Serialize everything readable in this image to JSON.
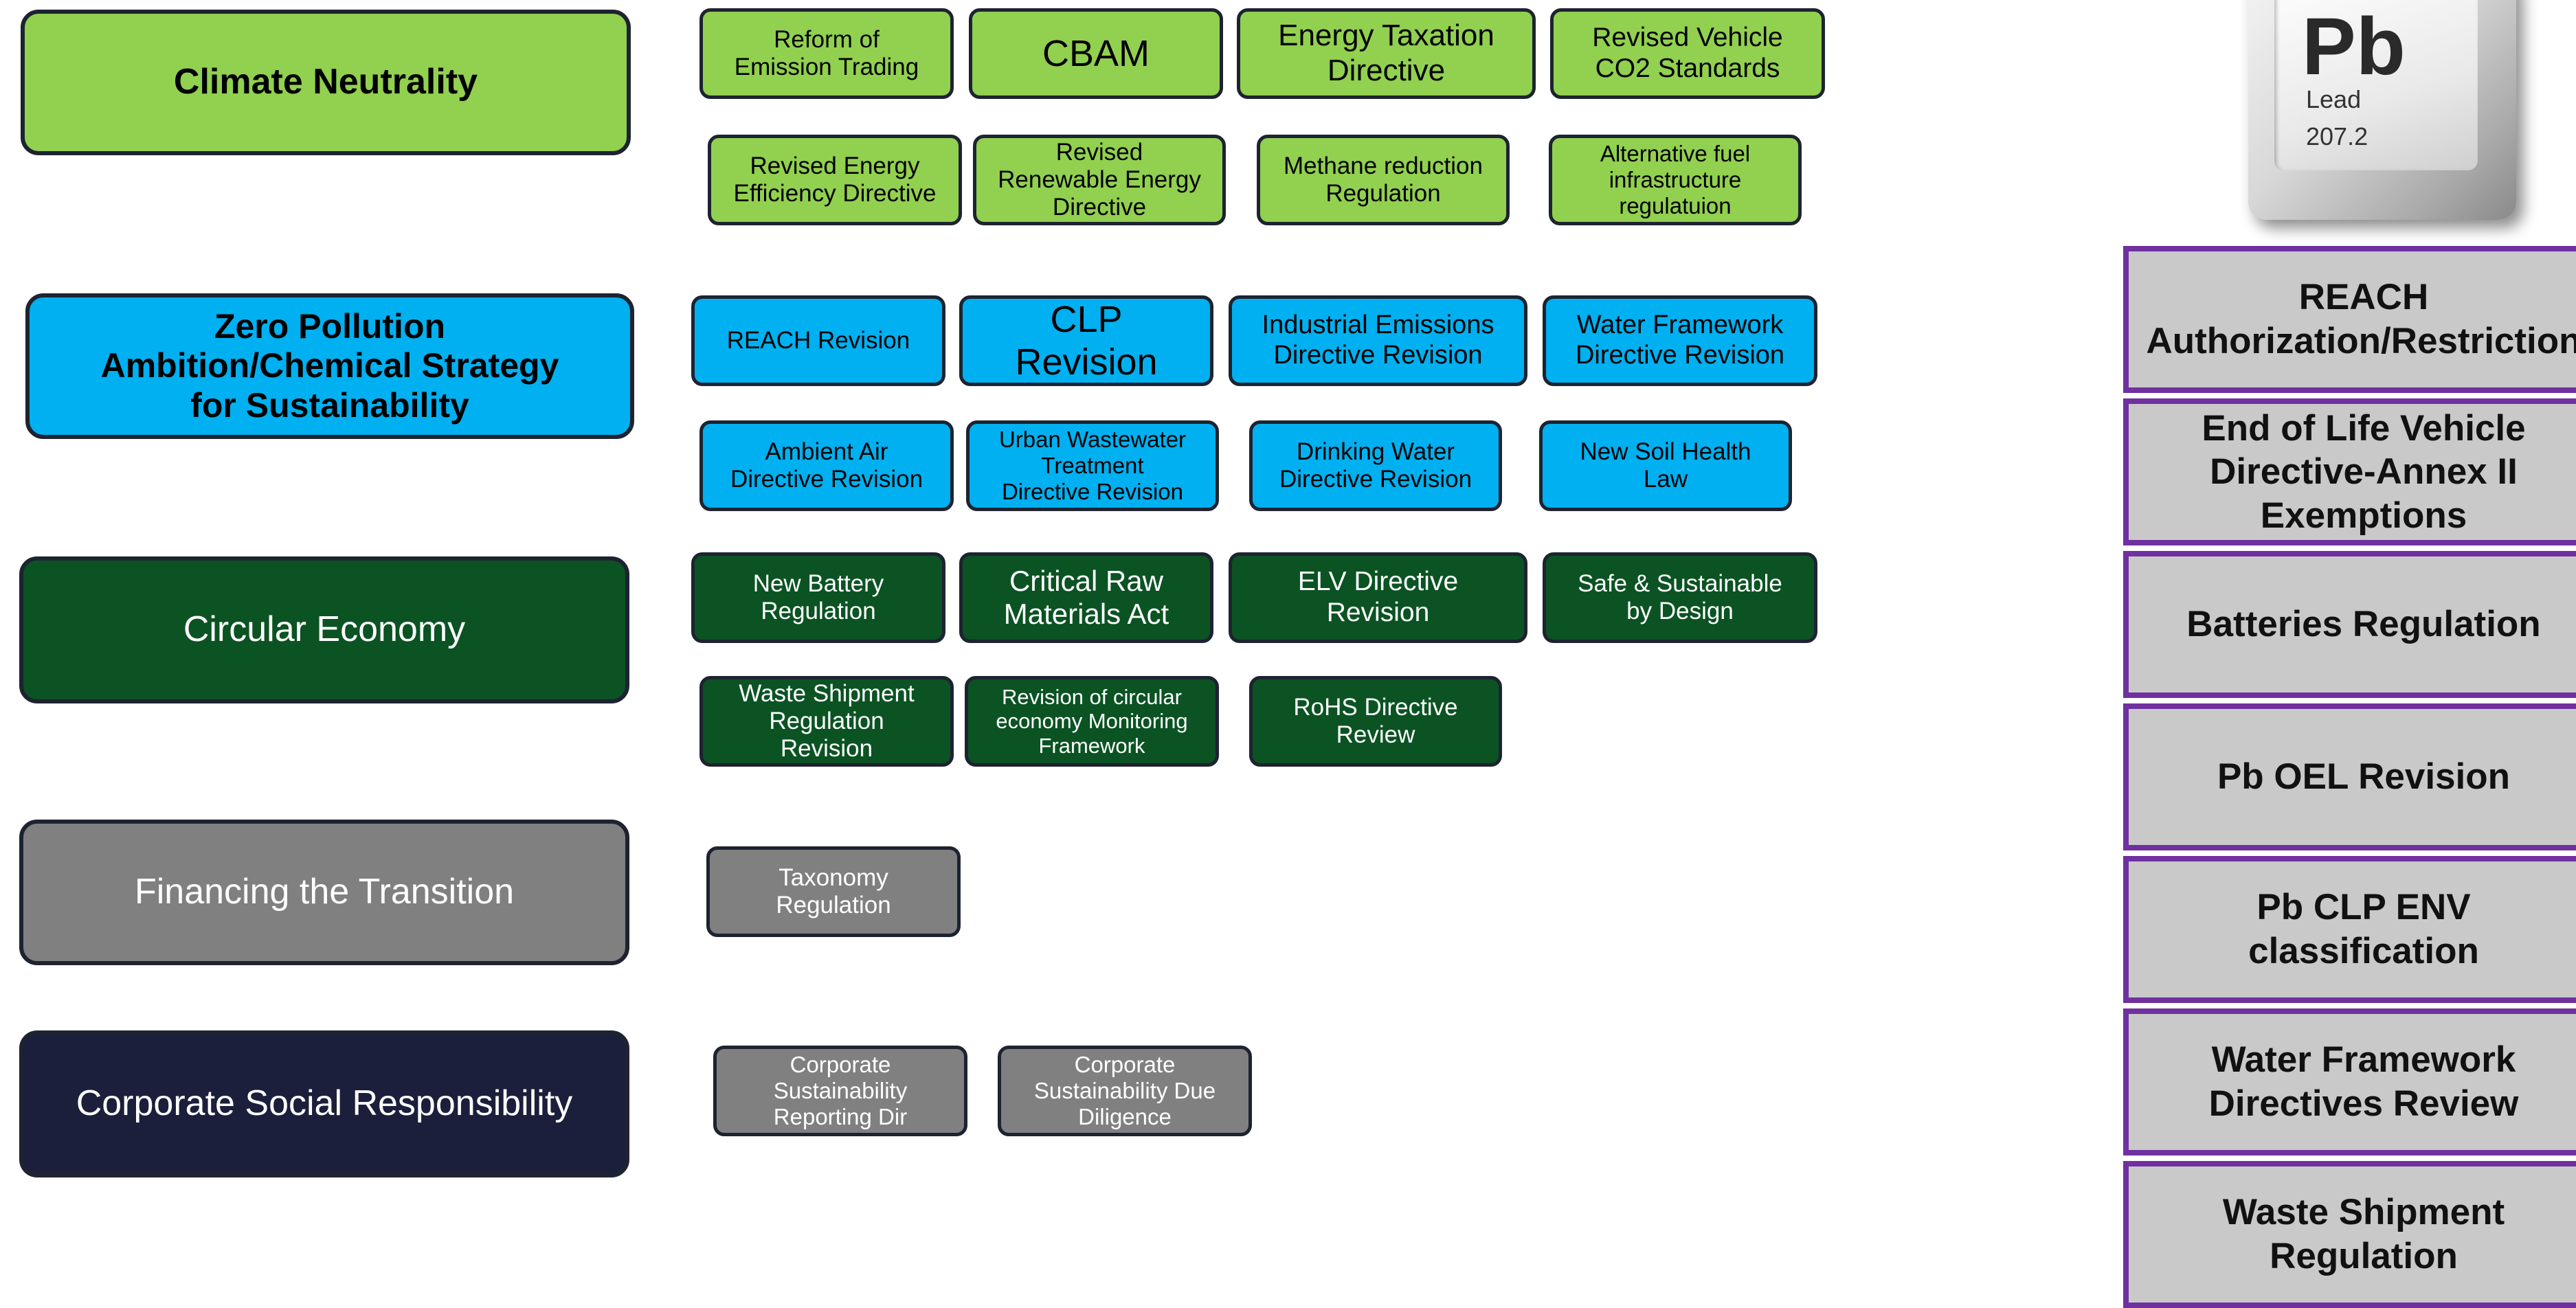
{
  "pillars": [
    {
      "label": "Climate Neutrality"
    },
    {
      "label": "Zero Pollution\nAmbition/Chemical Strategy\nfor Sustainability"
    },
    {
      "label": "Circular Economy"
    },
    {
      "label": "Financing the Transition"
    },
    {
      "label": "Corporate Social Responsibility"
    }
  ],
  "climate_items": [
    "Reform of\nEmission Trading",
    "CBAM",
    "Energy Taxation\nDirective",
    "Revised Vehicle\nCO2 Standards",
    "Revised Energy\nEfficiency Directive",
    "Revised\nRenewable Energy\nDirective",
    "Methane reduction\nRegulation",
    "Alternative fuel\ninfrastructure\nregulatuion"
  ],
  "zero_pollution_items": [
    "REACH Revision",
    "CLP\nRevision",
    "Industrial Emissions\nDirective Revision",
    "Water Framework\nDirective Revision",
    "Ambient Air\nDirective Revision",
    "Urban Wastewater\nTreatment\nDirective Revision",
    "Drinking Water\nDirective Revision",
    "New Soil Health\nLaw"
  ],
  "circular_items": [
    "New Battery\nRegulation",
    "Critical Raw\nMaterials Act",
    "ELV Directive\nRevision",
    "Safe & Sustainable\nby Design",
    "Waste Shipment\nRegulation\nRevision",
    "Revision of circular\neconomy Monitoring\nFramework",
    "RoHS Directive\nReview"
  ],
  "financing_items": [
    "Taxonomy\nRegulation"
  ],
  "csr_items": [
    "Corporate\nSustainability\nReporting Dir",
    "Corporate\nSustainability Due\nDiligence"
  ],
  "lead_tile": {
    "symbol": "Pb",
    "name": "Lead",
    "weight": "207.2"
  },
  "lead_issues": [
    "REACH\nAuthorization/Restriction",
    "End of Life Vehicle\nDirective-Annex II\nExemptions",
    "Batteries Regulation",
    "Pb OEL Revision",
    "Pb CLP ENV\nclassification",
    "Water Framework\nDirectives Review",
    "Waste Shipment\nRegulation"
  ],
  "colors": {
    "climate": "#92d050",
    "zero_pollution": "#00b0f0",
    "circular": "#0b5323",
    "financing": "#808080",
    "csr": "#1b1f3b",
    "lead_issue_border": "#7030a0",
    "lead_issue_fill": "#c9c9c9"
  }
}
